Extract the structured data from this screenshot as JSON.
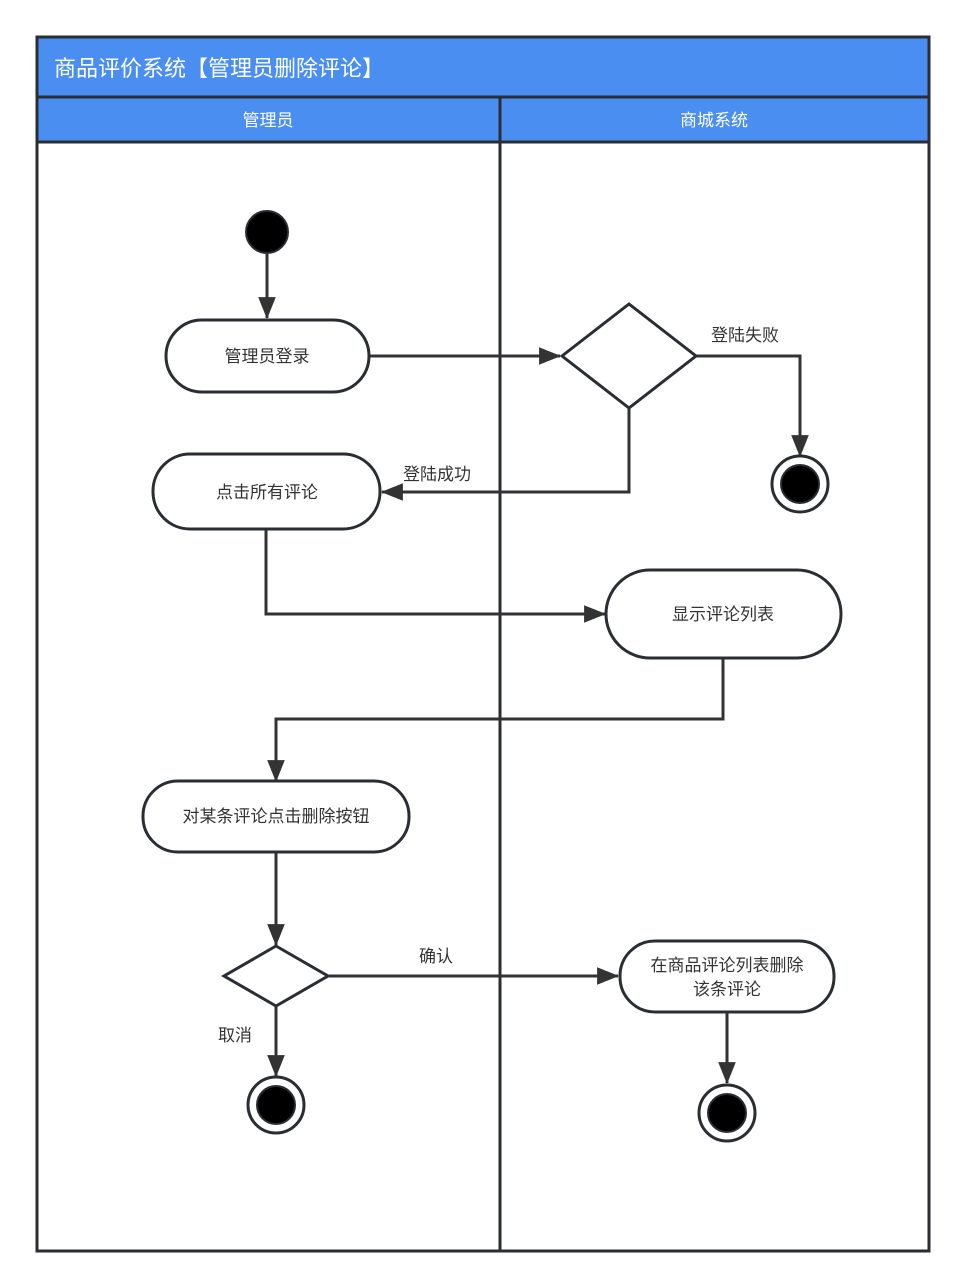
{
  "diagram": {
    "title": "商品评价系统【管理员删除评论】",
    "colors": {
      "header_fill": "#4a8ef2",
      "border": "#2a2e33",
      "edge": "#333333",
      "node_fill": "#ffffff",
      "text": "#333333"
    },
    "lanes": [
      {
        "id": "admin",
        "label": "管理员"
      },
      {
        "id": "system",
        "label": "商城系统"
      }
    ],
    "nodes": {
      "start": {
        "type": "initial",
        "lane": "admin"
      },
      "login": {
        "type": "action",
        "lane": "admin",
        "label": "管理员登录"
      },
      "login_check": {
        "type": "decision",
        "lane": "system"
      },
      "end_fail": {
        "type": "final",
        "lane": "system"
      },
      "click_all": {
        "type": "action",
        "lane": "admin",
        "label": "点击所有评论"
      },
      "show_list": {
        "type": "action",
        "lane": "system",
        "label": "显示评论列表"
      },
      "click_delete": {
        "type": "action",
        "lane": "admin",
        "label": "对某条评论点击删除按钮"
      },
      "confirm_check": {
        "type": "decision",
        "lane": "admin"
      },
      "end_cancel": {
        "type": "final",
        "lane": "admin"
      },
      "delete_action": {
        "type": "action",
        "lane": "system",
        "label_line1": "在商品评论列表删除",
        "label_line2": "该条评论"
      },
      "end_done": {
        "type": "final",
        "lane": "system"
      }
    },
    "edges": [
      {
        "from": "start",
        "to": "login",
        "label": ""
      },
      {
        "from": "login",
        "to": "login_check",
        "label": ""
      },
      {
        "from": "login_check",
        "to": "end_fail",
        "label": "登陆失败"
      },
      {
        "from": "login_check",
        "to": "click_all",
        "label": "登陆成功"
      },
      {
        "from": "click_all",
        "to": "show_list",
        "label": ""
      },
      {
        "from": "show_list",
        "to": "click_delete",
        "label": ""
      },
      {
        "from": "click_delete",
        "to": "confirm_check",
        "label": ""
      },
      {
        "from": "confirm_check",
        "to": "delete_action",
        "label": "确认"
      },
      {
        "from": "confirm_check",
        "to": "end_cancel",
        "label": "取消"
      },
      {
        "from": "delete_action",
        "to": "end_done",
        "label": ""
      }
    ]
  }
}
